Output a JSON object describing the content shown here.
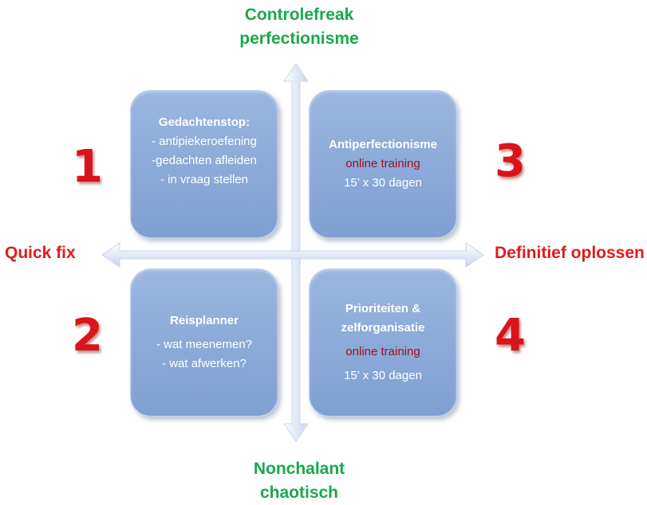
{
  "axes": {
    "top": [
      "Controlefreak",
      "perfectionisme"
    ],
    "bottom": [
      "Nonchalant",
      "chaotisch"
    ],
    "left": "Quick fix",
    "right": "Definitief oplossen"
  },
  "numbers": [
    "1",
    "2",
    "3",
    "4"
  ],
  "quadrants": {
    "q1": {
      "title": "Gedachtenstop:",
      "items": [
        "- antipiekeroefening",
        "-gedachten afleiden",
        "- in vraag stellen"
      ]
    },
    "q2": {
      "title": "Reisplanner",
      "items": [
        "- wat meenemen?",
        "- wat afwerken?"
      ]
    },
    "q3": {
      "title": "Antiperfectionisme",
      "subtitle": "online training",
      "detail": "15’ x 30 dagen"
    },
    "q4": {
      "title": [
        "Prioriteiten &",
        "zelforganisatie"
      ],
      "subtitle": "online training",
      "detail": "15’ x 30 dagen"
    }
  },
  "colors": {
    "vertical_label": "#1aa84a",
    "horizontal_label": "#e01b1b",
    "number": "#d9141a",
    "box_fill": "#8aa8d8",
    "axis_arrow": "#dde6f4"
  }
}
